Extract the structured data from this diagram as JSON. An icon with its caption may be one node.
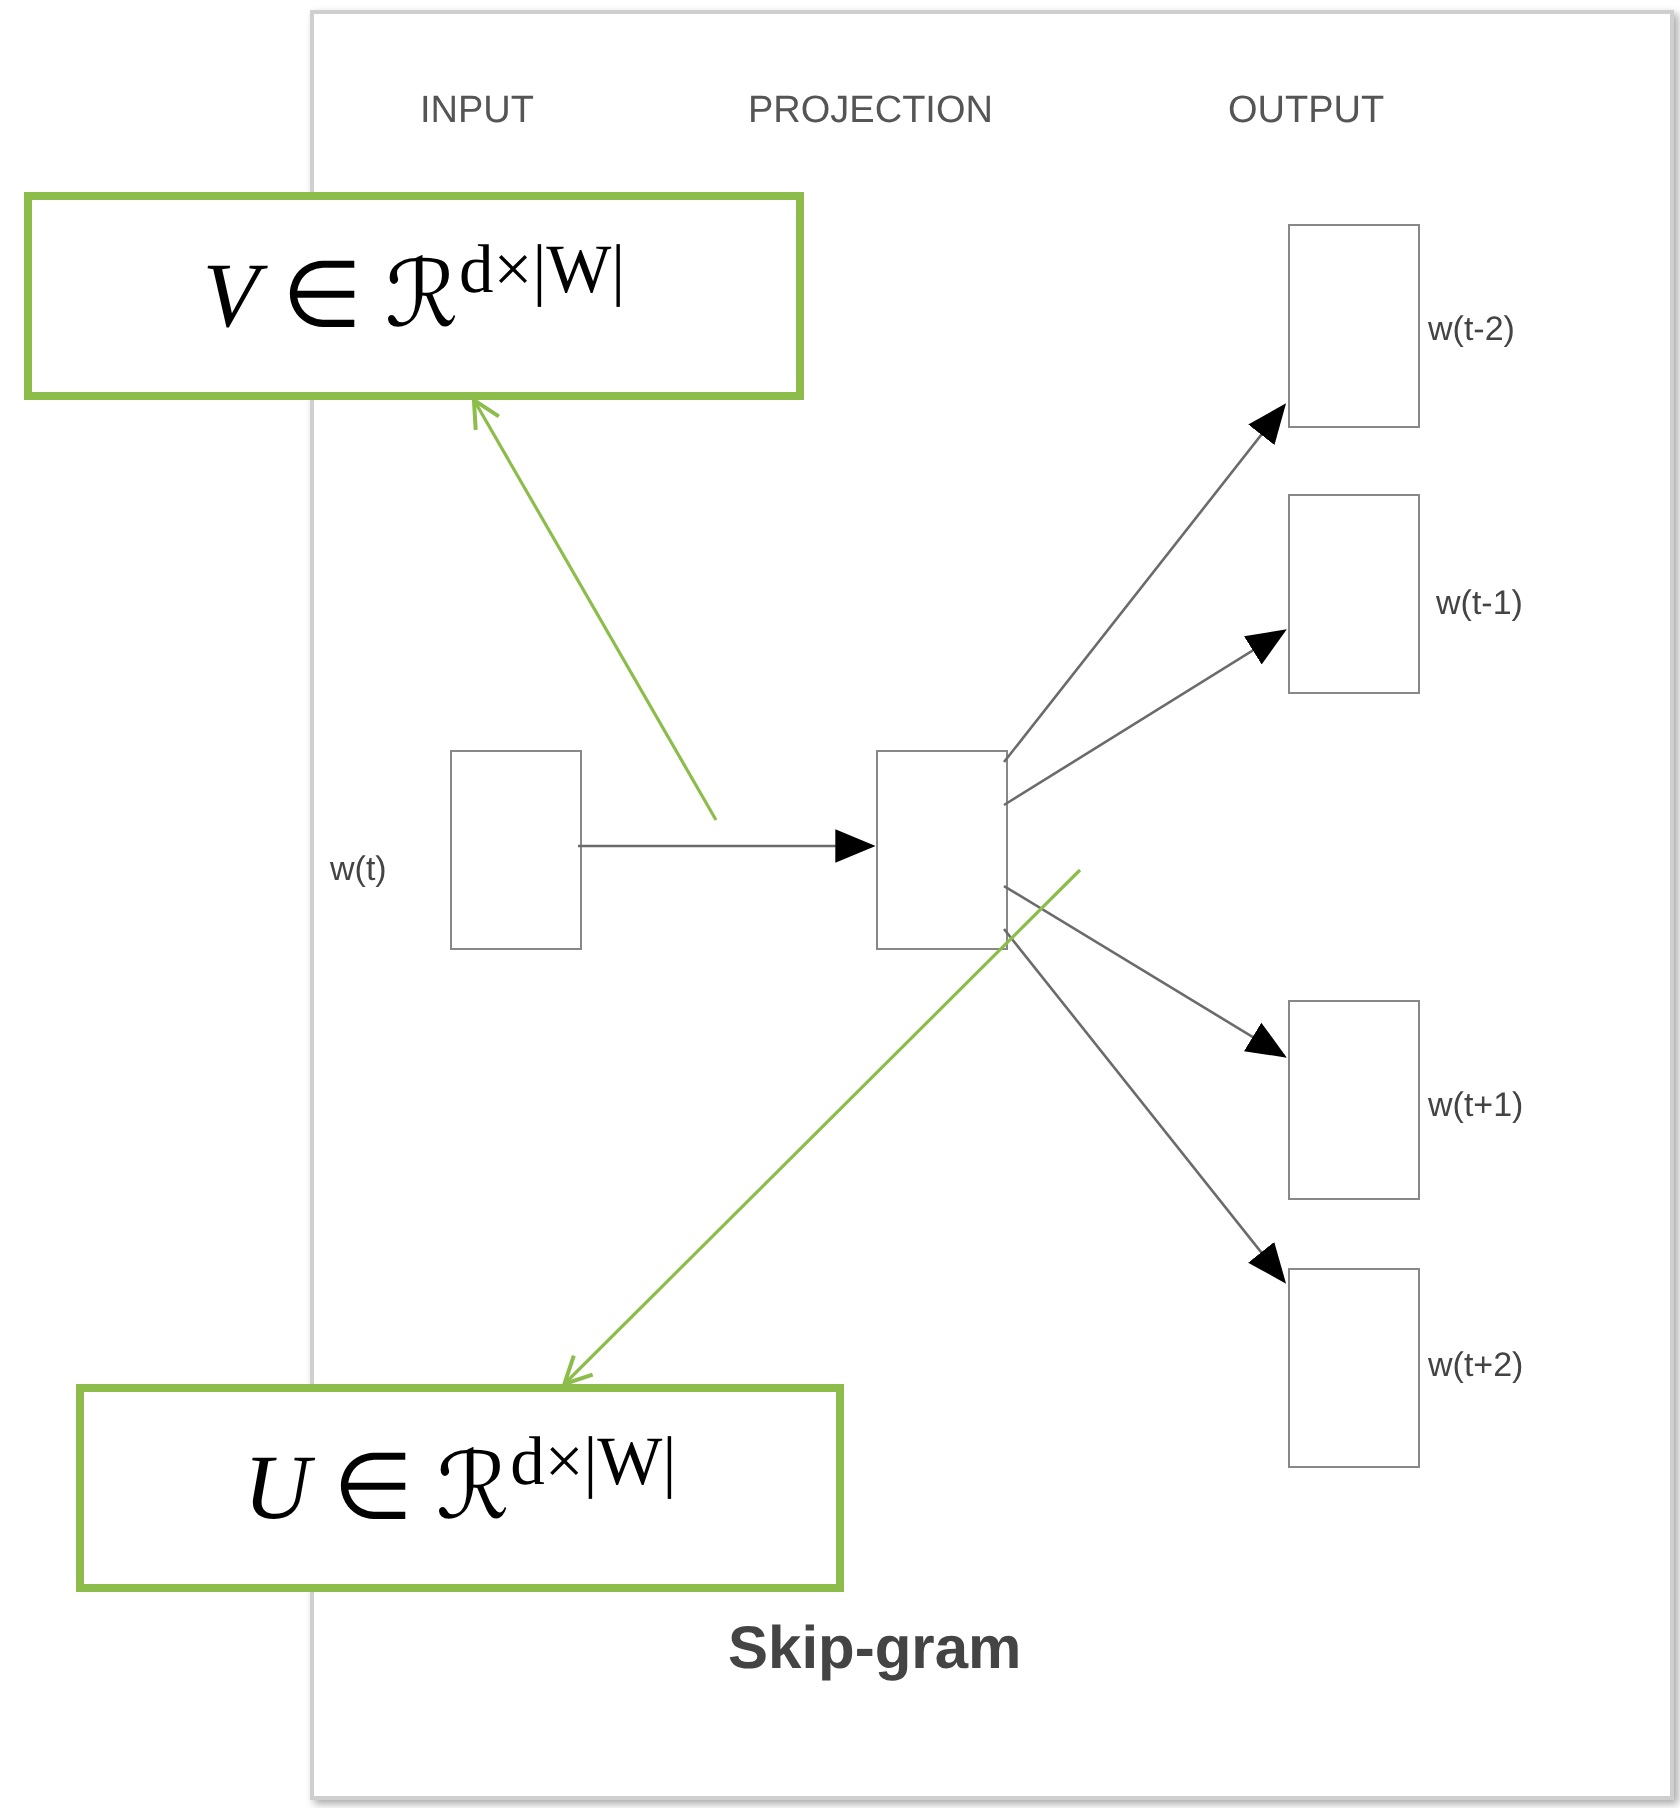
{
  "diagram": {
    "nodes": [
      {
        "text": [
          "Skip-gram"
        ]
      },
      {
        "text": [],
        "shape": "box",
        "in": 0,
        "beside": [
          "w(t)"
        ]
      },
      {
        "text": [],
        "shape": "box",
        "in": 0
      },
      {
        "text": [],
        "shape": "box",
        "in": 0,
        "beside": [
          "w(t-2)"
        ]
      },
      {
        "text": [],
        "shape": "box",
        "in": 0,
        "beside": [
          "w(t-1)"
        ]
      },
      {
        "text": [],
        "shape": "box",
        "in": 0,
        "beside": [
          "w(t+1)"
        ]
      },
      {
        "text": [],
        "shape": "box",
        "in": 0,
        "beside": [
          "w(t+2)"
        ]
      },
      {
        "text": [
          "*V* ∈ ℛ$^{d×|W|}$"
        ]
      },
      {
        "text": [
          "*U* ∈ ℛ$^{d×|W|}$"
        ]
      }
    ],
    "edges": [
      {
        "from": 1,
        "to": 2,
        "arrow": "to"
      },
      {
        "from": 2,
        "to": 3,
        "arrow": "to"
      },
      {
        "from": 2,
        "to": 4,
        "arrow": "to"
      },
      {
        "from": 2,
        "to": 5,
        "arrow": "to"
      },
      {
        "from": 2,
        "to": 6,
        "arrow": "to"
      },
      {
        "from": null,
        "to": 7,
        "arrow": "to",
        "color": "#8cbd4a"
      },
      {
        "from": null,
        "to": 8,
        "arrow": "to",
        "color": "#8cbd4a"
      }
    ],
    "labels": [
      "INPUT",
      "PROJECTION",
      "OUTPUT"
    ]
  }
}
